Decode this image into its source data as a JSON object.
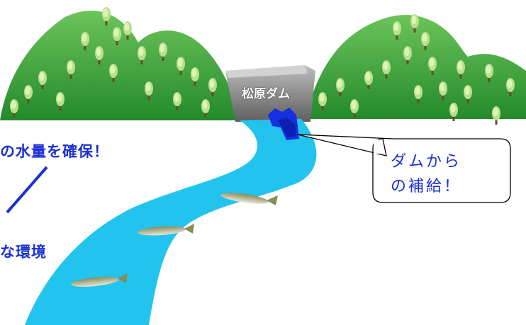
{
  "dam_name": "松原ダム",
  "left_text_1": "の水量を確保！",
  "left_text_2": "な環境",
  "callout_line_1": "ダムから",
  "callout_line_2": "の補給！",
  "colors": {
    "river": "#22c4ee",
    "text_blue": "#1a2fd6",
    "mountain": "#3a9f3a",
    "water_release": "#1530e0",
    "dam": "#8a8a8a"
  },
  "icons": [
    "mountain-left",
    "mountain-right",
    "dam",
    "river",
    "fish",
    "water-release"
  ]
}
